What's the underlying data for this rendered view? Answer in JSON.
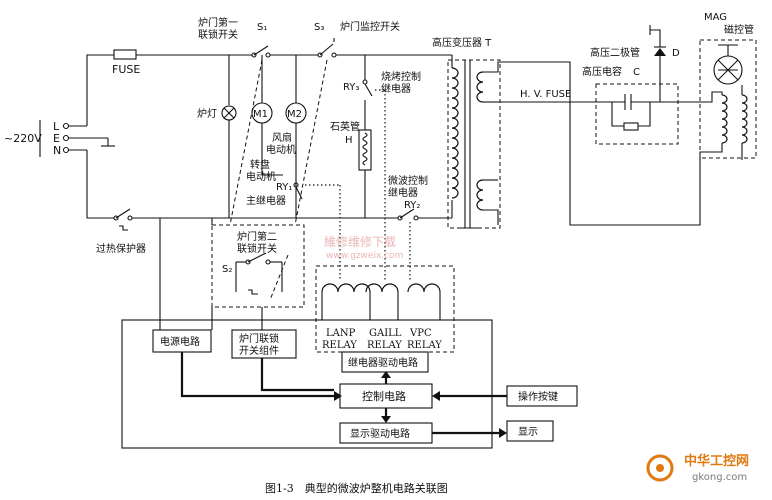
{
  "labels": {
    "supply_l": "L",
    "supply_e": "E",
    "supply_n": "N",
    "voltage": "~220V",
    "fuse": "FUSE",
    "door_interlock_1": [
      "炉门第一",
      "联锁开关"
    ],
    "s1": "S₁",
    "s3": "S₃",
    "door_monitor": "炉门监控开关",
    "lamp": "炉灯",
    "m1": "M1",
    "m2": "M2",
    "fan_motor": [
      "风扇",
      "电动机"
    ],
    "turntable_motor": [
      "转盘",
      "电动机"
    ],
    "ry1": "RY₁",
    "main_relay": "主继电器",
    "ry3": "RY₃",
    "grill_relay": [
      "烧烤控制",
      "继电器"
    ],
    "quartz": [
      "石英管",
      "H"
    ],
    "microwave_relay": [
      "微波控制",
      "继电器"
    ],
    "ry2": "RY₂",
    "hv_transformer": "高压变压器 T",
    "hv_fuse": "H. V. FUSE",
    "hv_diode": "高压二极管",
    "diode_d": "D",
    "hv_capacitor": "高压电容",
    "capacitor_c": "C",
    "mag": "MAG",
    "magnetron": "磁控管",
    "thermal_protector": "过热保护器",
    "door_interlock_2": [
      "炉门第二",
      "联锁开关"
    ],
    "s2": "S₂",
    "relay_lamp": [
      "LANP",
      "RELAY"
    ],
    "relay_grill": [
      "GAILL",
      "RELAY"
    ],
    "relay_vpc": [
      "VPC",
      "RELAY"
    ],
    "relay_driver": "继电器驱动电路",
    "power_circuit": "电源电路",
    "interlock_assembly": [
      "炉门联锁",
      "开关组件"
    ],
    "control_circuit": "控制电路",
    "keypad": "操作按键",
    "display_driver": "显示驱动电路",
    "display": "显示"
  },
  "caption": "图1-3　典型的微波炉整机电路关联图",
  "watermark": {
    "cn": "維修维修下载",
    "url": "www.gzweix.com"
  },
  "logo": {
    "name": "中华工控网",
    "url": "gkong.com"
  },
  "colors": {
    "line": "#111111",
    "watermark": "#e8a8a8",
    "logo_orange": "#e07a10",
    "logo_gray": "#7a7a7a"
  }
}
